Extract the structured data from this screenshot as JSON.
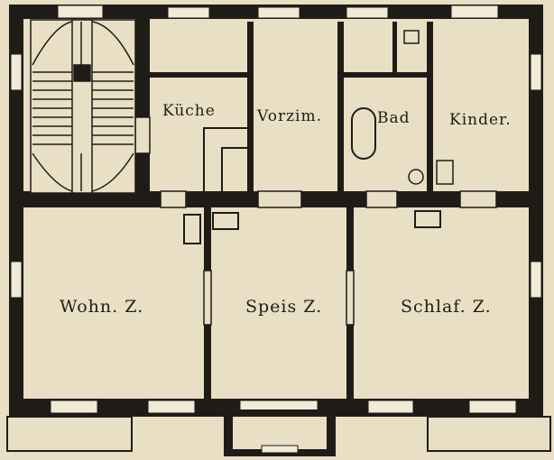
{
  "colors": {
    "paper": "#e8dfc4",
    "ink": "#1f1c18",
    "window_fill": "#f1ead6"
  },
  "rooms": {
    "kueche": "Küche",
    "vorzimmer": "Vorzim.",
    "bad": "Bad",
    "kinder": "Kinder.",
    "wohn": "Wohn. Z.",
    "speis": "Speis Z.",
    "schlaf": "Schlaf. Z."
  }
}
